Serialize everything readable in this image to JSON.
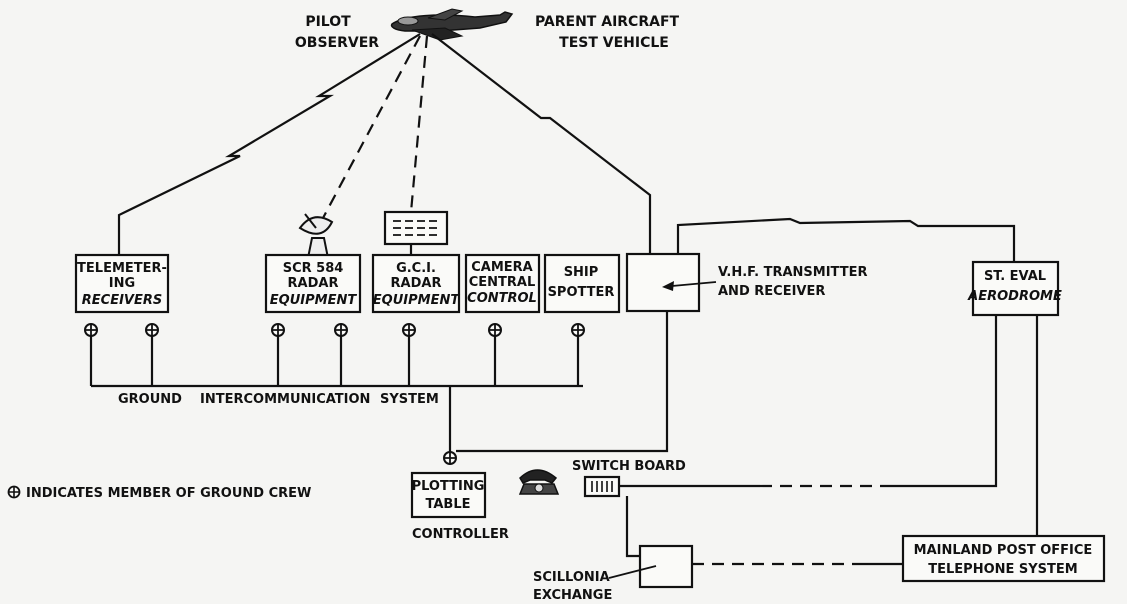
{
  "aircraft": {
    "pilot_line1": "PILOT",
    "pilot_line2": "OBSERVER",
    "parent_line1": "PARENT AIRCRAFT",
    "parent_line2": "TEST VEHICLE"
  },
  "stations": {
    "telemetering": [
      "TELEMETER-",
      "ING",
      "RECEIVERS"
    ],
    "scr584": [
      "SCR 584",
      "RADAR",
      "EQUIPMENT"
    ],
    "gci": [
      "G.C.I.",
      "RADAR",
      "EQUIPMENT"
    ],
    "camera": [
      "CAMERA",
      "CENTRAL",
      "CONTROL"
    ],
    "ship": [
      "SHIP",
      "SPOTTER"
    ],
    "vhf": [
      "V.H.F. TRANSMITTER",
      "AND RECEIVER"
    ],
    "st_eval": [
      "ST. EVAL",
      "AERODROME"
    ]
  },
  "ground": {
    "w1": "GROUND",
    "w2": "INTERCOMMUNICATION",
    "w3": "SYSTEM"
  },
  "plotting": {
    "box": [
      "PLOTTING",
      "TABLE"
    ],
    "controller": "CONTROLLER"
  },
  "switch_board": "SWITCH BOARD",
  "scillonia": [
    "SCILLONIA",
    "EXCHANGE"
  ],
  "mainland": [
    "MAINLAND POST OFFICE",
    "TELEPHONE SYSTEM"
  ],
  "legend": {
    "symbol": "⊕",
    "text": "INDICATES MEMBER OF GROUND CREW"
  }
}
